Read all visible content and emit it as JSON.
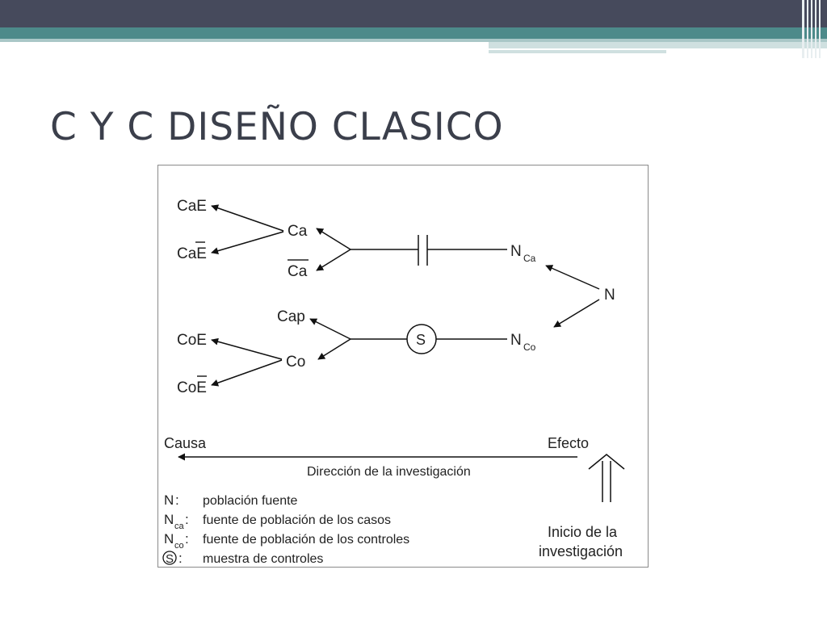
{
  "slide": {
    "title": "C Y C DISEÑO CLASICO"
  },
  "diagram": {
    "nodes": {
      "cae": "CaE",
      "cae_not_base": "CaE",
      "ca": "Ca",
      "ca_not": "Ca",
      "n_ca_main": "N",
      "n_ca_sub": "Ca",
      "n": "N",
      "cap": "Cap",
      "s": "S",
      "n_co_main": "N",
      "n_co_sub": "Co",
      "coe": "CoE",
      "co": "Co",
      "coe_not_base": "CoE"
    },
    "causa": "Causa",
    "efecto": "Efecto",
    "direccion": "Dirección de la investigación",
    "inicio": [
      "Inicio de la",
      "investigación"
    ],
    "legend": [
      {
        "key_main": "N",
        "key_sub": "",
        "key_suffix": ":",
        "text": "población fuente"
      },
      {
        "key_main": "N",
        "key_sub": "ca",
        "key_suffix": ":",
        "text": "fuente de población de los casos"
      },
      {
        "key_main": "N",
        "key_sub": "co",
        "key_suffix": ":",
        "text": "fuente de población de los controles"
      },
      {
        "key_main": "S",
        "key_sub": "",
        "key_suffix": ":",
        "text": "muestra de controles"
      }
    ]
  }
}
